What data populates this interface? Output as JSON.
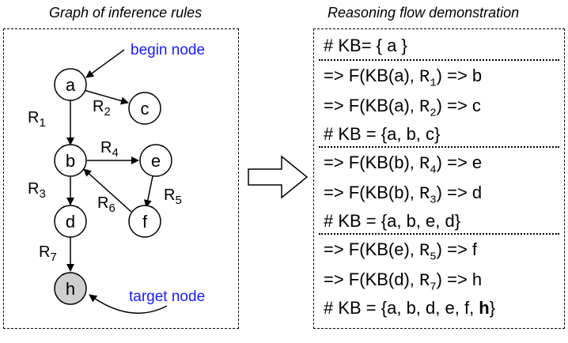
{
  "left_panel": {
    "title": "Graph of inference rules",
    "begin_label": "begin node",
    "target_label": "target node",
    "nodes": {
      "a": "a",
      "b": "b",
      "c": "c",
      "d": "d",
      "e": "e",
      "f": "f",
      "h": "h"
    },
    "rules": {
      "r1": "1",
      "r2": "2",
      "r3": "3",
      "r4": "4",
      "r5": "5",
      "r6": "6",
      "r7": "7"
    },
    "rule_letter": "R",
    "colors": {
      "label_blue": "#1a1aff",
      "target_fill": "#cfcfcf"
    }
  },
  "right_panel": {
    "title": "Reasoning flow demonstration",
    "lines": [
      {
        "pre": "# KB= { a }"
      },
      {
        "pre": "=> F(KB(a), ",
        "r": "R",
        "sub": "1",
        "post": ") => b"
      },
      {
        "pre": "=> F(KB(a), ",
        "r": "R",
        "sub": "2",
        "post": ") => c"
      },
      {
        "pre": "# KB = {a, b, c}"
      },
      {
        "pre": "=> F(KB(b), ",
        "r": "R",
        "sub": "4",
        "post": ") => e"
      },
      {
        "pre": "=> F(KB(b), ",
        "r": "R",
        "sub": "3",
        "post": ") => d"
      },
      {
        "pre": "# KB = {a, b, e, d}"
      },
      {
        "pre": "=> F(KB(e), ",
        "r": "R",
        "sub": "5",
        "post": ") => f"
      },
      {
        "pre": "=> F(KB(d), ",
        "r": "R",
        "sub": "7",
        "post": ") => h"
      },
      {
        "pre": "# KB = {a, b, d, e, f, ",
        "bold": "h",
        "post": "}"
      }
    ]
  }
}
